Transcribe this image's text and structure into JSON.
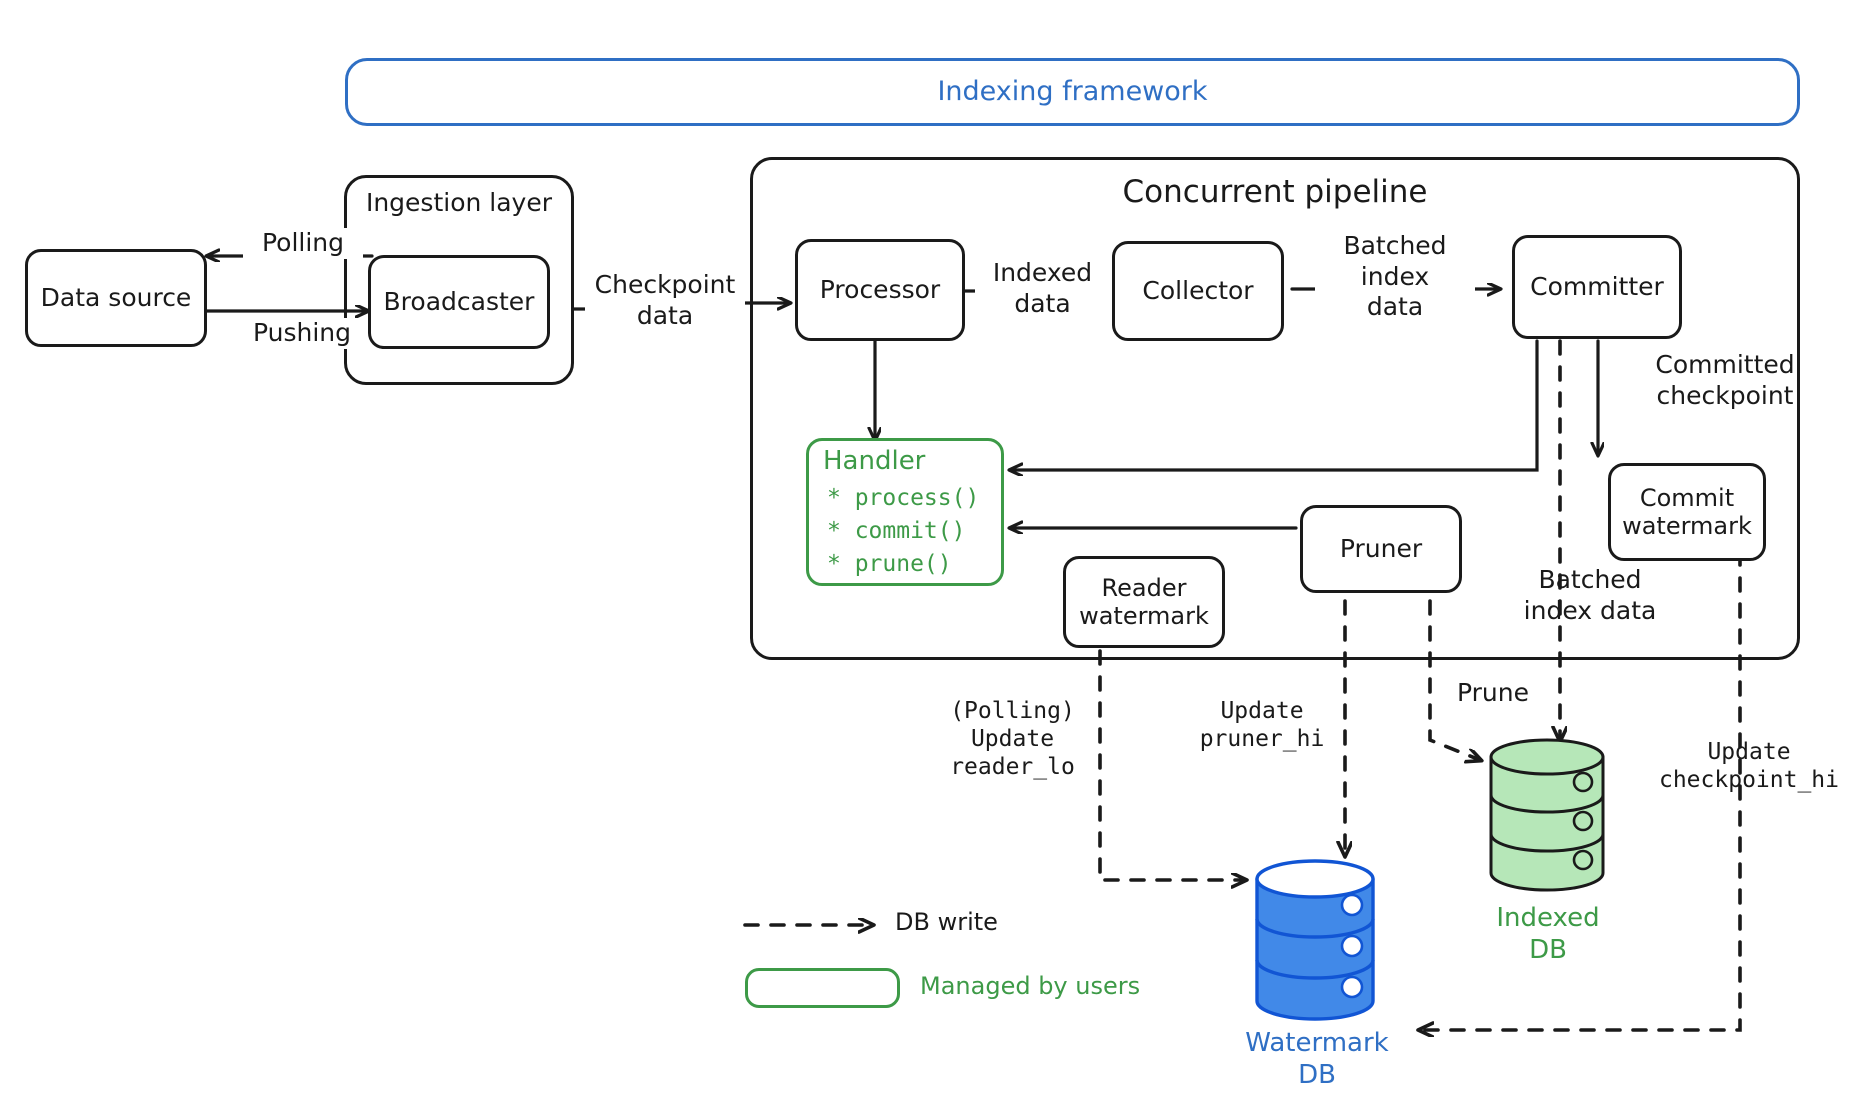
{
  "diagram": {
    "title": "Indexing framework",
    "groups": {
      "framework": {
        "label": "Indexing framework",
        "color": "#2f6fc4"
      },
      "ingestion": {
        "label": "Ingestion layer"
      },
      "pipeline": {
        "label": "Concurrent pipeline"
      }
    },
    "nodes": {
      "data_source": {
        "label": "Data source"
      },
      "broadcaster": {
        "label": "Broadcaster"
      },
      "processor": {
        "label": "Processor"
      },
      "collector": {
        "label": "Collector"
      },
      "committer": {
        "label": "Committer"
      },
      "commit_watermark": {
        "label": "Commit\nwatermark"
      },
      "reader_watermark": {
        "label": "Reader\nwatermark"
      },
      "pruner": {
        "label": "Pruner"
      },
      "handler": {
        "title": "Handler",
        "methods": [
          "* process()",
          "* commit()",
          "* prune()"
        ],
        "color": "#3d9a47"
      }
    },
    "databases": {
      "indexed_db": {
        "label": "Indexed\nDB",
        "color": "#3d9a47",
        "fill": "#b6e7b8"
      },
      "watermark_db": {
        "label": "Watermark\nDB",
        "color": "#1155d4",
        "fill": "#4189e8"
      }
    },
    "edge_labels": {
      "polling": "Polling",
      "pushing": "Pushing",
      "checkpoint_data": "Checkpoint\ndata",
      "indexed_data": "Indexed\ndata",
      "batched_index_data": "Batched\nindex\ndata",
      "committed_checkpoint": "Committed\ncheckpoint",
      "batched_index_data_db": "Batched\nindex data",
      "prune": "Prune",
      "update_reader_lo": "(Polling)\nUpdate\nreader_lo",
      "update_pruner_hi": "Update\npruner_hi",
      "update_checkpoint_hi": "Update\ncheckpoint_hi"
    },
    "legend": {
      "items": [
        {
          "symbol": "dashed-arrow-icon",
          "label": "DB write",
          "color": "#1a1a1a"
        },
        {
          "symbol": "green-rounded-box-icon",
          "label": "Managed by users",
          "color": "#3d9a47"
        }
      ]
    }
  }
}
